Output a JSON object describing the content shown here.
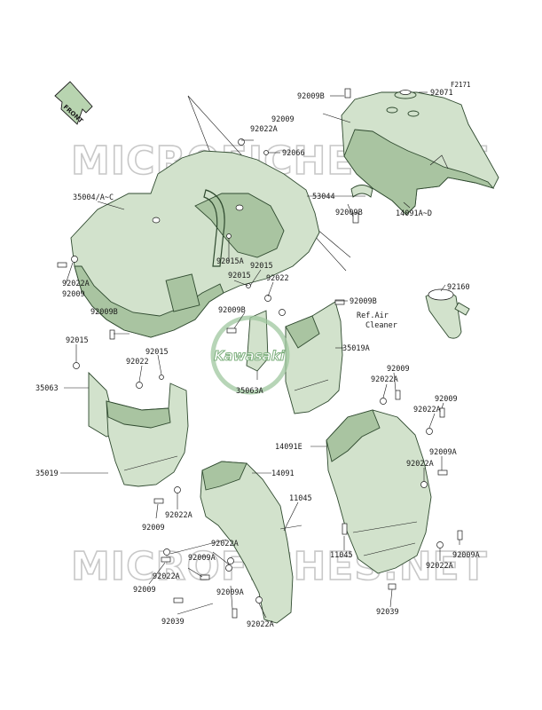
{
  "figure_code": "F2171",
  "front_label": "FRONT",
  "watermark": "MICROFICHES.NET",
  "logo_text": "Kawasaki",
  "reference_note": [
    "Ref.Air",
    "Cleaner"
  ],
  "labels": {
    "l_92009B_a": "92009B",
    "l_92071": "92071",
    "l_92009_a": "92009",
    "l_92022A_a": "92022A",
    "l_92066": "92066",
    "l_53044": "53044",
    "l_35004": "35004/A~C",
    "l_92009B_b": "92009B",
    "l_14091A": "14091A~D",
    "l_92022A_b": "92022A",
    "l_92009_b": "92009",
    "l_92015A": "92015A",
    "l_92015_a": "92015",
    "l_92015_b": "92015",
    "l_92022_a": "92022",
    "l_92009B_c": "92009B",
    "l_92009B_d": "92009B",
    "l_92160": "92160",
    "l_92009B_e": "92009B",
    "l_92015_c": "92015",
    "l_92015_d": "92015",
    "l_92022_b": "92022",
    "l_35019A": "35019A",
    "l_35063": "35063",
    "l_35063A": "35063A",
    "l_92009_c": "92009",
    "l_92022A_c": "92022A",
    "l_92009_d": "92009",
    "l_92022A_d": "92022A",
    "l_14091E": "14091E",
    "l_35019": "35019",
    "l_92009A_a": "92009A",
    "l_92022A_e": "92022A",
    "l_14091": "14091",
    "l_11045_a": "11045",
    "l_92022A_f": "92022A",
    "l_92009_e": "92009",
    "l_92022A_g": "92022A",
    "l_92009A_b": "92009A",
    "l_11045_b": "11045",
    "l_92009A_c": "92009A",
    "l_92022A_h": "92022A",
    "l_92009_f": "92009",
    "l_92022A_i": "92022A",
    "l_92009A_d": "92009A",
    "l_92039_a": "92039",
    "l_92022A_j": "92022A",
    "l_92039_b": "92039"
  }
}
